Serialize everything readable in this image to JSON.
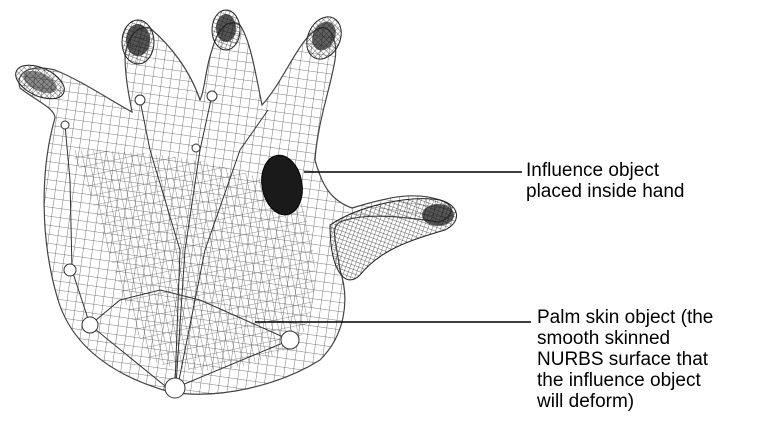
{
  "annotations": {
    "influence_object": {
      "lines": [
        "Influence object",
        "placed inside hand"
      ]
    },
    "palm_skin": {
      "lines": [
        "Palm skin object (the",
        "smooth skinned",
        "NURBS surface that",
        "the influence object",
        "will deform)"
      ]
    }
  },
  "colors": {
    "mesh": "#4a4a4a",
    "tip": "#222222",
    "leader": "#000000"
  }
}
